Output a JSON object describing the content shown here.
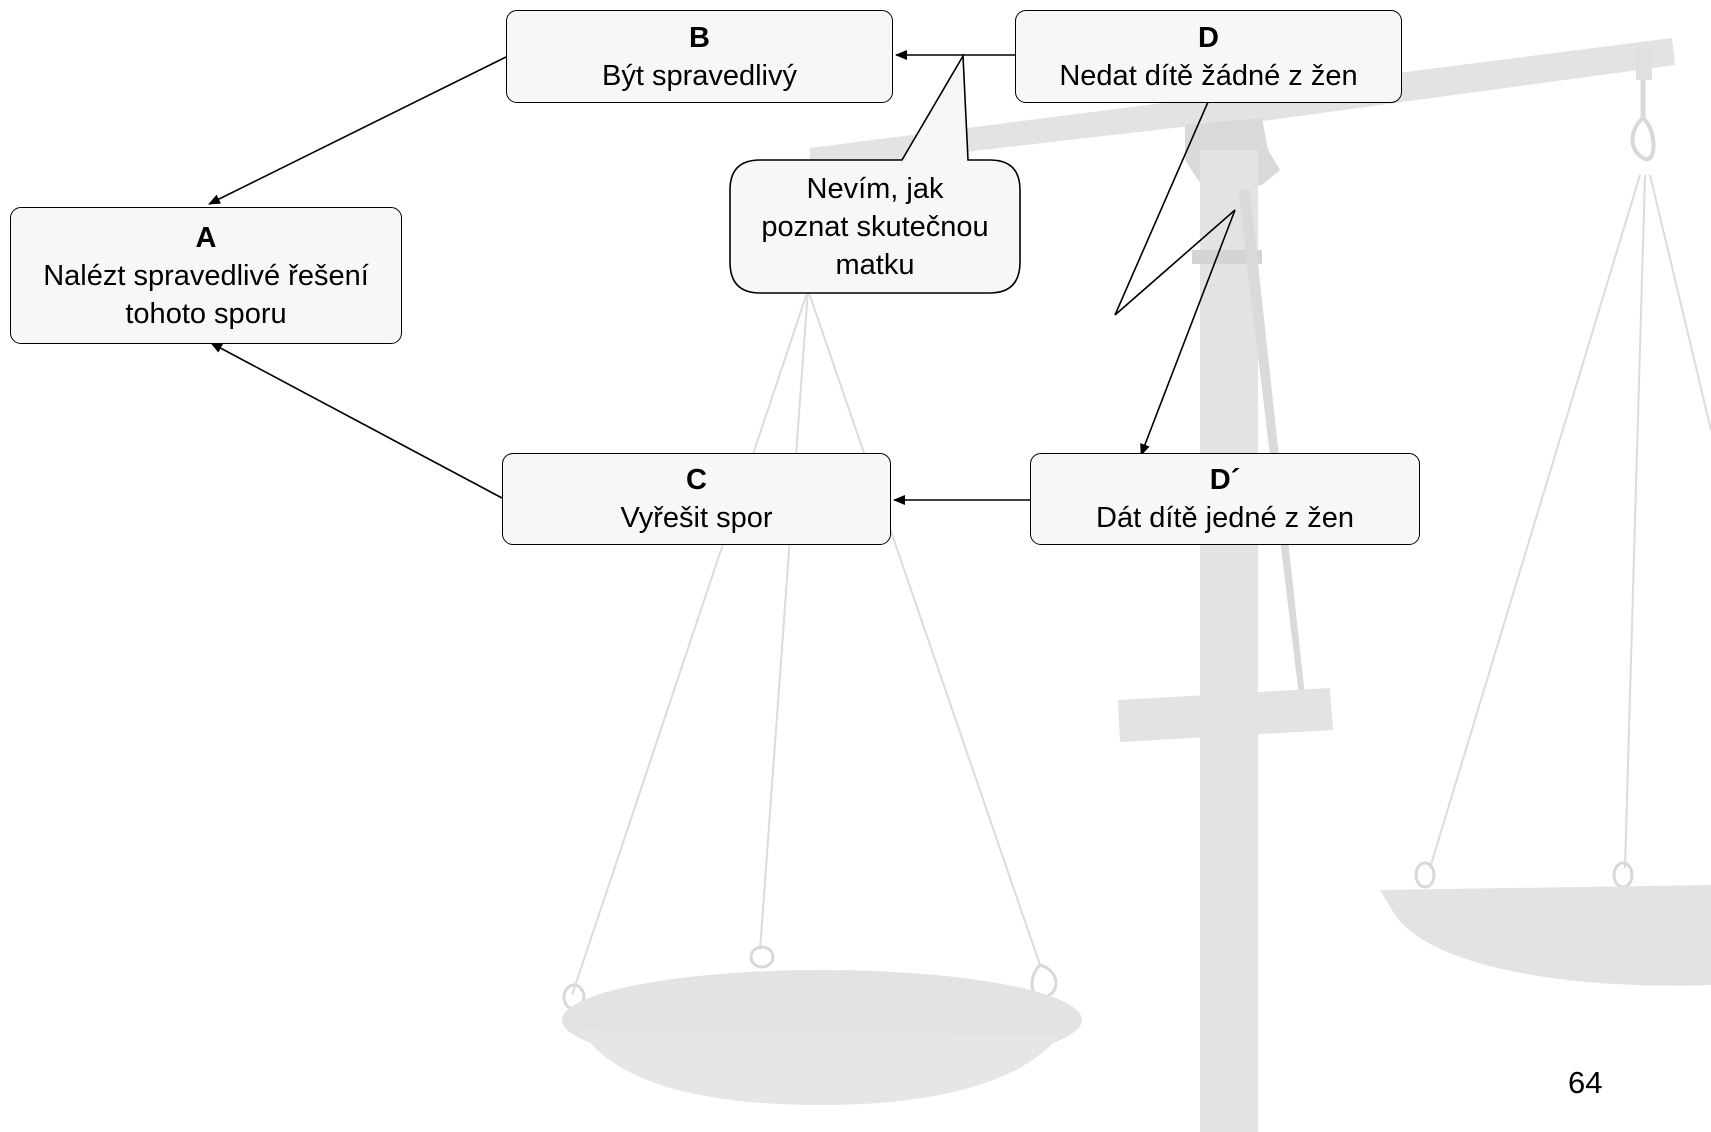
{
  "nodes": {
    "a": {
      "letter": "A",
      "lines": [
        "Nalézt spravedlivé řešení",
        "tohoto sporu"
      ]
    },
    "b": {
      "letter": "B",
      "text": "Být spravedlivý"
    },
    "c": {
      "letter": "C",
      "text": "Vyřešit spor"
    },
    "d": {
      "letter": "D",
      "text": "Nedat dítě žádné z žen"
    },
    "d_prime": {
      "letter": "D´",
      "text": "Dát dítě jedné z žen"
    }
  },
  "callout": {
    "lines": [
      "Nevím, jak",
      "poznat skutečnou",
      "matku"
    ]
  },
  "page_number": "64",
  "colors": {
    "box_fill": "#f7f7f7",
    "scale_gray": "#e3e3e3",
    "line": "#000000"
  },
  "background_icon": "balance-scale"
}
